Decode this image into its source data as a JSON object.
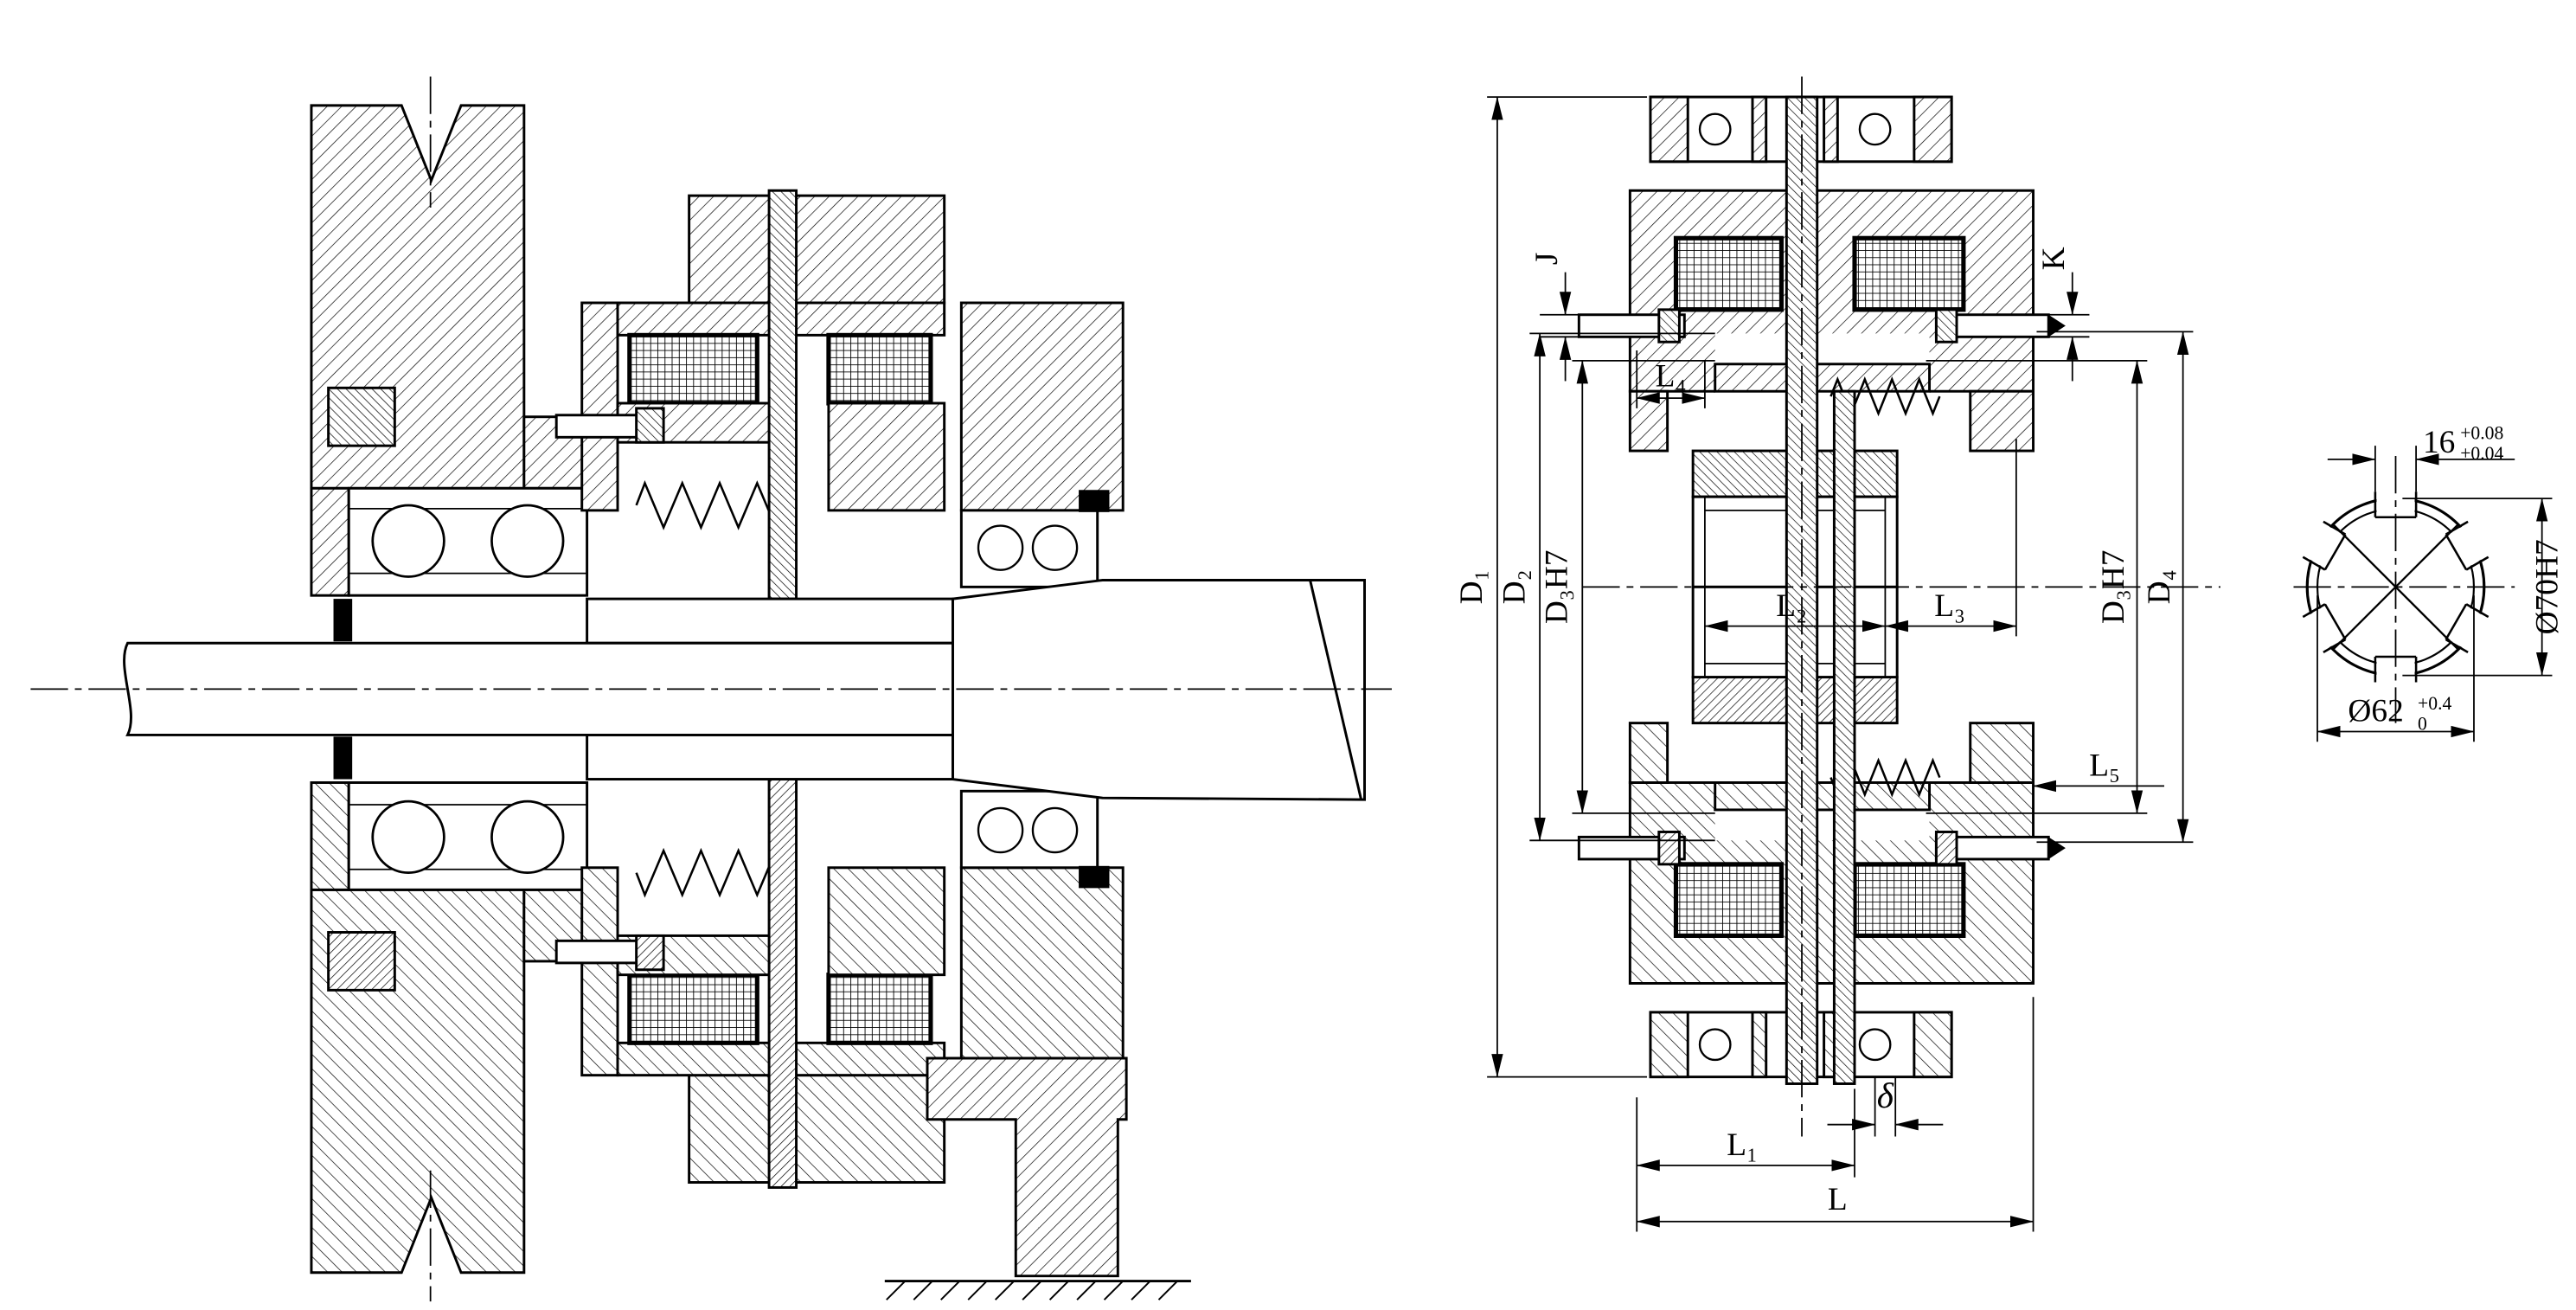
{
  "page": {
    "background": "#ffffff",
    "ink": "#000000"
  },
  "dims": {
    "d1": "D₁",
    "d2": "D₂",
    "d3h7_left": "D₃H7",
    "d3h7_right": "D₃H7",
    "d4": "D₄",
    "j": "J",
    "k": "K",
    "l4": "L₄",
    "l2": "L₂",
    "l3": "L₃",
    "l5": "L₅",
    "l1": "L₁",
    "l": "L",
    "delta": "δ"
  },
  "end_view": {
    "spline_width_value": "16",
    "spline_width_tol_upper": "+0.08",
    "spline_width_tol_lower": "+0.04",
    "bore_diameter": "Ø70H7",
    "spline_minor_diameter": "Ø62",
    "spline_minor_tol_upper": "+0.4",
    "spline_minor_tol_lower": "0"
  }
}
